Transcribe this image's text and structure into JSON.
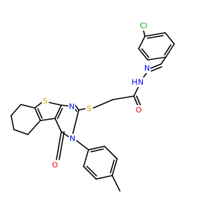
{
  "diagram": {
    "type": "chemical-structure",
    "colors": {
      "bond": "#000000",
      "carbon": "#000000",
      "nitrogen": "#0000ff",
      "oxygen": "#ff0000",
      "sulfur": "#c8aa00",
      "chlorine": "#00aa00",
      "background": "#ffffff"
    },
    "labels": {
      "chlorine": "Cl",
      "hydrazone_n": "N",
      "hydrazide_nh": "N",
      "hydrazide_h": "H",
      "amide_o": "O",
      "thioether_s": "S",
      "thiophene_s": "S",
      "pyrimidine_n1": "N",
      "pyrimidine_n3": "N",
      "carbonyl_o": "O"
    }
  }
}
